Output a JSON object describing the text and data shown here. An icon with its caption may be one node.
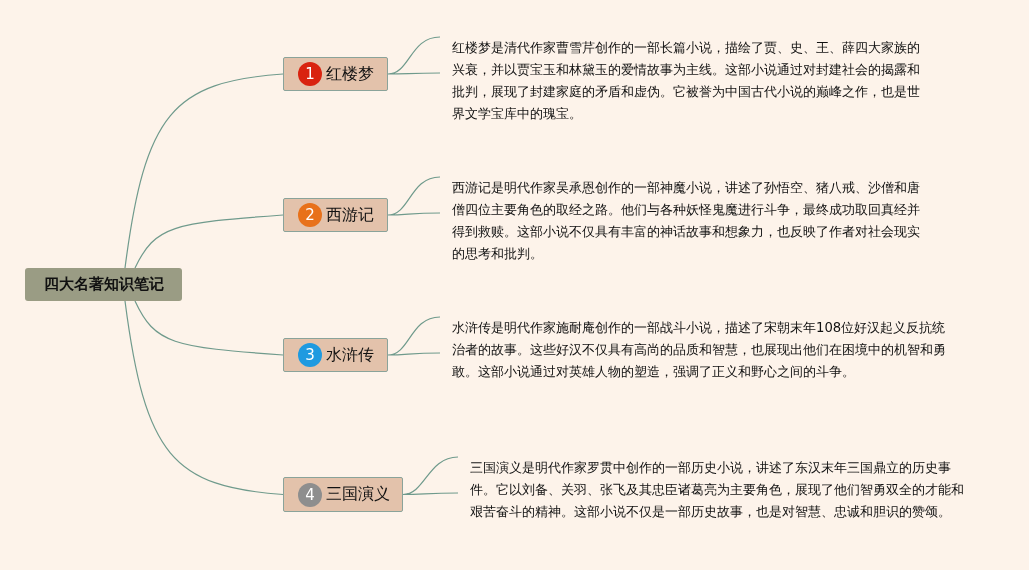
{
  "diagram": {
    "nodes": [
      {
        "text": [
          "四大名著知识笔记"
        ]
      },
      {
        "text": [
          "1",
          "红楼梦"
        ]
      },
      {
        "text": [
          "2",
          "西游记"
        ]
      },
      {
        "text": [
          "3",
          "水浒传"
        ]
      },
      {
        "text": [
          "4",
          "三国演义"
        ]
      },
      {
        "text": [
          "红楼梦是清代作家曹雪芹创作的一部长篇小说，描绘了贾、史、王、薛四大家族的兴衰，并以贾宝玉和林黛玉的爱情故事为主线。这部小说通过对封建社会的揭露和批判，展现了封建家庭的矛盾和虚伪。它被誉为中国古代小说的巅峰之作，也是世界文学宝库中的瑰宝。"
        ]
      },
      {
        "text": [
          "西游记是明代作家吴承恩创作的一部神魔小说，讲述了孙悟空、猪八戒、沙僧和唐僧四位主要角色的取经之路。他们与各种妖怪鬼魔进行斗争，最终成功取回真经并得到救赎。这部小说不仅具有丰富的神话故事和想象力，也反映了作者对社会现实的思考和批判。"
        ]
      },
      {
        "text": [
          "水浒传是明代作家施耐庵创作的一部战斗小说，描述了宋朝末年108位好汉起义反抗统治者的故事。这些好汉不仅具有高尚的品质和智慧，也展现出他们在困境中的机智和勇敢。这部小说通过对英雄人物的塑造，强调了正义和野心之间的斗争。"
        ]
      },
      {
        "text": [
          "三国演义是明代作家罗贯中创作的一部历史小说，讲述了东汉末年三国鼎立的历史事件。它以刘备、关羽、张飞及其忠臣诸葛亮为主要角色，展现了他们智勇双全的才能和艰苦奋斗的精神。这部小说不仅是一部历史故事，也是对智慧、忠诚和胆识的赞颂。"
        ]
      }
    ],
    "edges": [
      {
        "from": 0,
        "to": 1,
        "arrow": "none"
      },
      {
        "from": 0,
        "to": 2,
        "arrow": "none"
      },
      {
        "from": 0,
        "to": 3,
        "arrow": "none"
      },
      {
        "from": 0,
        "to": 4,
        "arrow": "none"
      },
      {
        "from": 1,
        "to": 5,
        "arrow": "none"
      },
      {
        "from": 2,
        "to": 6,
        "arrow": "none"
      },
      {
        "from": 3,
        "to": 7,
        "arrow": "none"
      },
      {
        "from": 4,
        "to": 8,
        "arrow": "none"
      }
    ]
  }
}
